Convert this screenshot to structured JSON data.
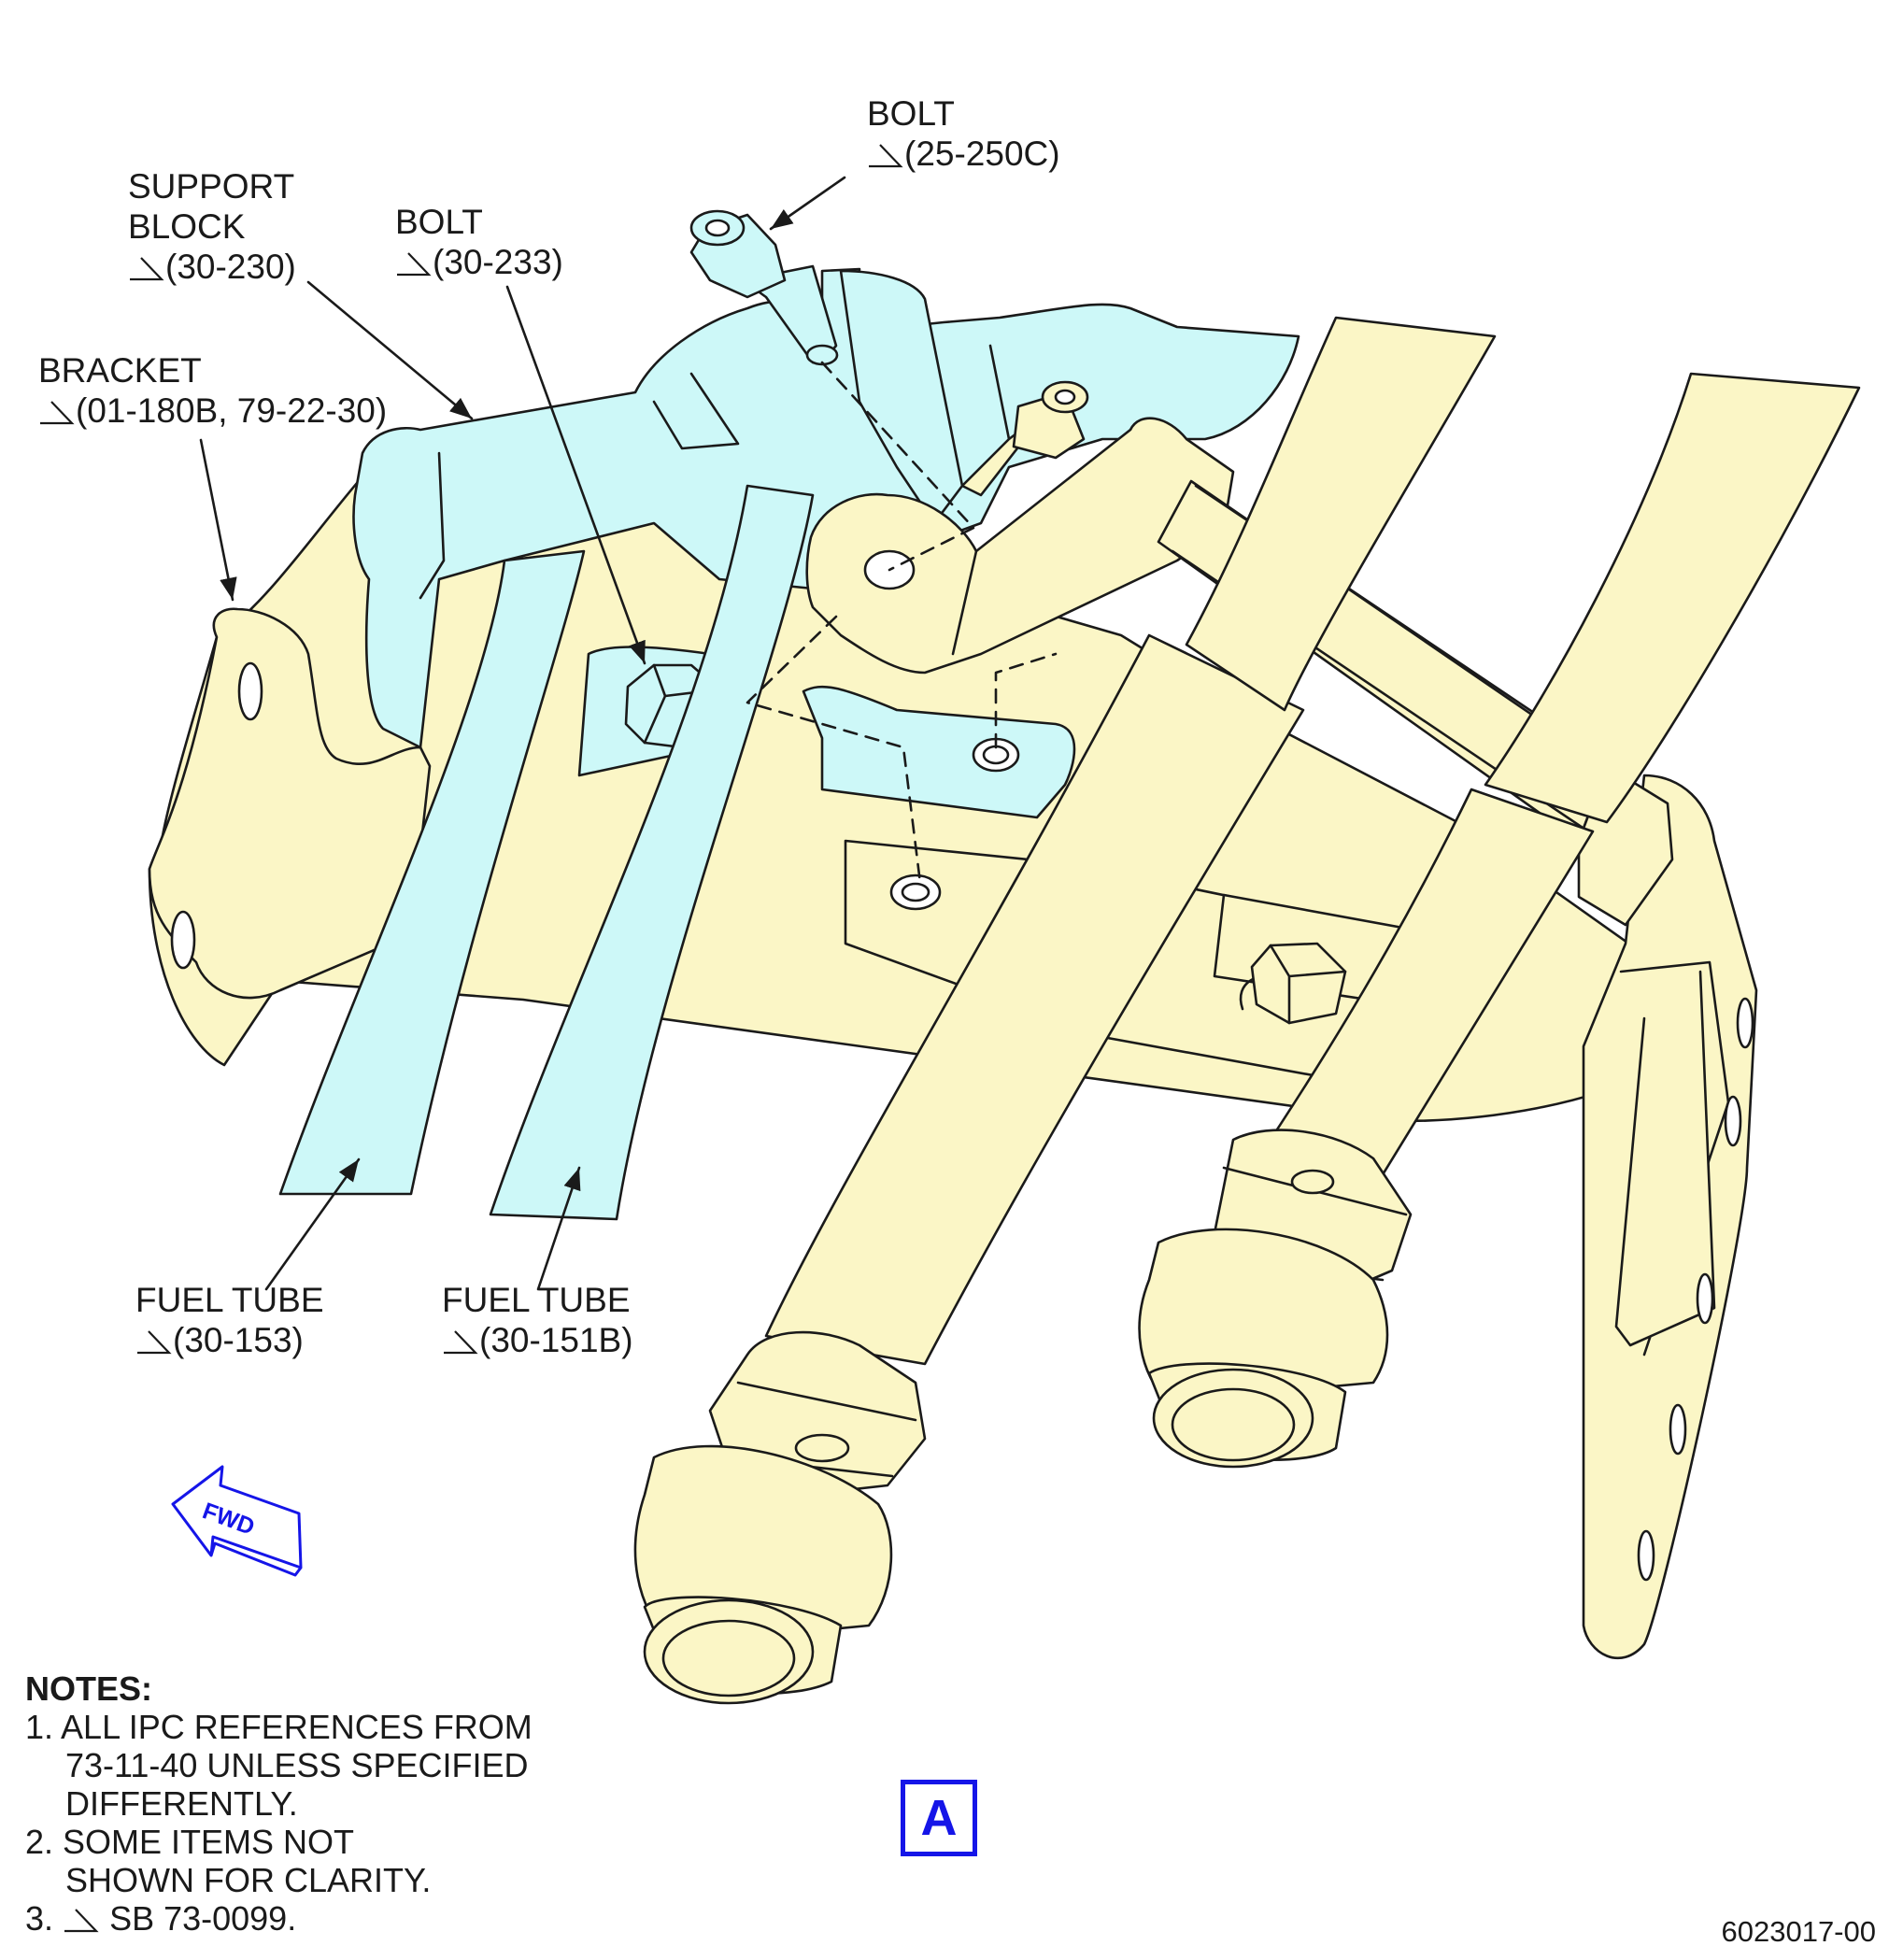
{
  "callouts": {
    "bolt_top": {
      "name": "BOLT",
      "ref": "(25-250C)"
    },
    "support_block": {
      "name_line1": "SUPPORT",
      "name_line2": "BLOCK",
      "ref": "(30-230)"
    },
    "bolt_mid": {
      "name": "BOLT",
      "ref": "(30-233)"
    },
    "bracket": {
      "name": "BRACKET",
      "ref": "(01-180B, 79-22-30)"
    },
    "fuel_tube_1": {
      "name": "FUEL TUBE",
      "ref": "(30-153)"
    },
    "fuel_tube_2": {
      "name": "FUEL TUBE",
      "ref": "(30-151B)"
    }
  },
  "fwd_arrow": {
    "label": "FWD",
    "icon": "fwd-arrow-icon",
    "color": "#1515e8"
  },
  "notes": {
    "heading": "NOTES:",
    "n1_line1": "1. ALL IPC REFERENCES FROM",
    "n1_line2": "73-11-40 UNLESS SPECIFIED",
    "n1_line3": "DIFFERENTLY.",
    "n2_line1": "2. SOME ITEMS NOT",
    "n2_line2": "SHOWN FOR CLARITY.",
    "n3_prefix": "3.",
    "n3_text": "SB 73-0099."
  },
  "view_label": "A",
  "figure_number": "6023017-00",
  "colors": {
    "tube_blue": "#cdf8f8",
    "part_yellow": "#fbf6c6",
    "accent_blue": "#1515e8",
    "line": "#1a1a1a"
  }
}
